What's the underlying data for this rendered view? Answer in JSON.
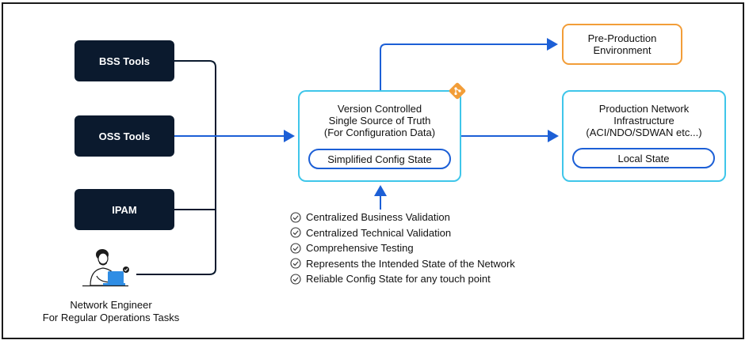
{
  "left_tools": [
    {
      "label": "BSS Tools"
    },
    {
      "label": "OSS Tools"
    },
    {
      "label": "IPAM"
    }
  ],
  "engineer": {
    "line1": "Network Engineer",
    "line2": "For Regular Operations Tasks"
  },
  "sot_box": {
    "line1": "Version Controlled",
    "line2": "Single Source of Truth",
    "line3": "(For Configuration Data)",
    "state_label": "Simplified Config State"
  },
  "preprod_box": {
    "line1": "Pre-Production",
    "line2": "Environment"
  },
  "prod_box": {
    "line1": "Production Network",
    "line2": "Infrastructure",
    "line3": "(ACI/NDO/SDWAN etc...)",
    "state_label": "Local State"
  },
  "checklist": [
    "Centralized Business Validation",
    "Centralized Technical Validation",
    "Comprehensive Testing",
    "Represents the Intended State of the Network",
    "Reliable Config State for any touch point"
  ],
  "colors": {
    "dark_box": "#0b1a2e",
    "cyan_border": "#3fc6ea",
    "orange_border": "#f29d38",
    "blue_arrow": "#1c5fd6",
    "git_orange": "#f29d38"
  },
  "icons": {
    "git": "git-icon",
    "check": "check-circle-icon",
    "engineer": "person-laptop-icon"
  }
}
